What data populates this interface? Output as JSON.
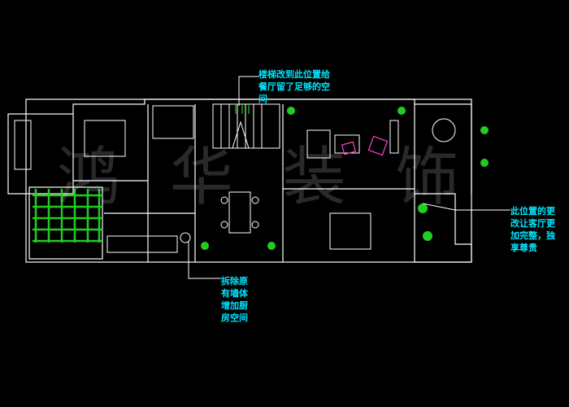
{
  "annotations": {
    "stair": "楼梯改到此位置给\n餐厅留了足够的空\n间",
    "kitchen": "拆除原\n有墙体\n增加厨\n房空间",
    "living": "此位置的更\n改让客厅更\n加完整，独\n享尊贵"
  },
  "watermark": "鸿 华 装 饰",
  "colors": {
    "background": "#000000",
    "wall": "#ffffff",
    "annotation": "#00e5ff",
    "leader": "#ffffff",
    "plants": "#22cc22",
    "furniture": "#ffffff",
    "accent": "#ff44cc"
  }
}
